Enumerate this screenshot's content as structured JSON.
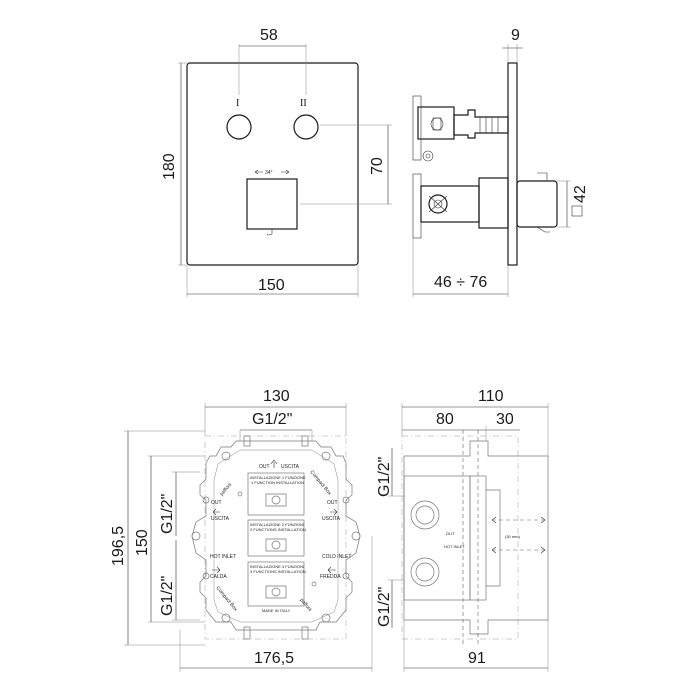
{
  "top_front": {
    "dim_button_spacing": "58",
    "dim_height": "180",
    "dim_width": "150",
    "dim_knob_to_button": "70",
    "label_button_1": "I",
    "label_button_2": "II",
    "label_rotation": "34°"
  },
  "top_side": {
    "dim_thickness": "9",
    "dim_depth_range": "46 ÷ 76",
    "dim_knob_square": "42"
  },
  "box_front": {
    "dim_width": "130",
    "dim_thread_top": "G1/2\"",
    "dim_overall_height": "196,5",
    "dim_height": "150",
    "dim_thread_left_upper": "G1/2\"",
    "dim_thread_left_lower": "G1/2\"",
    "dim_overall_width": "176,5",
    "label_out_top": "OUT",
    "label_usicta_top": "USCITA",
    "label_out_left": "OUT",
    "label_usicta_left": "USCITA",
    "label_out_right": "OUT",
    "label_usicta_right": "USCITA",
    "label_hot_inlet": "HOT INLET",
    "label_calda": "CALDA",
    "label_cold_inlet": "COLD INLET",
    "label_fredda": "FREDDA",
    "label_brand_1": "paffoni",
    "label_brand_2": "paffoni",
    "label_compact_1": "Compact Box",
    "label_compact_2": "Compact Box",
    "panel_1_line1": "INSTALLAZIONE 1 FUNZIONE",
    "panel_1_line2": "1 FUNCTION INSTALLATION",
    "panel_2_line1": "INSTALLAZIONE 2 FUNZIONI",
    "panel_2_line2": "2 FUNCTIONS INSTALLATION",
    "panel_3_line1": "INSTALLAZIONE 3 FUNZIONI",
    "panel_3_line2": "3 FUNCTIONS INSTALLATION",
    "made_in_italy": "MADE IN ITALY"
  },
  "box_side": {
    "dim_total": "110",
    "dim_body": "80",
    "dim_extension": "30",
    "dim_thread_upper": "G1/2\"",
    "dim_thread_lower": "G1/2\"",
    "dim_bottom": "91",
    "label_max": "(30 mm)"
  }
}
